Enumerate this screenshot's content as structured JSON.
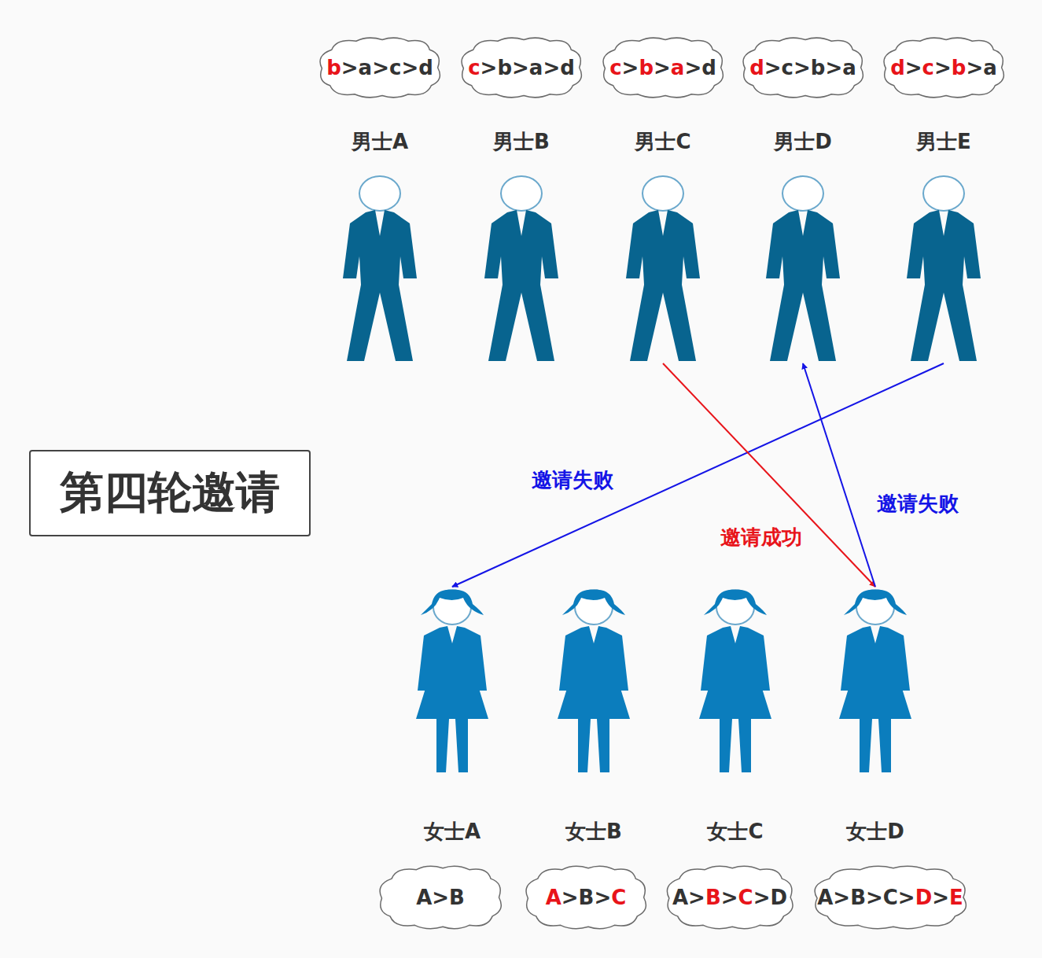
{
  "diagram": {
    "nodes": [
      {
        "text": [
          "b>a>c>d"
        ]
      },
      {
        "text": [
          "c>b>a>d"
        ]
      },
      {
        "text": [
          "c>b>a>d"
        ]
      },
      {
        "text": [
          "d>c>b>a"
        ]
      },
      {
        "text": [
          "d>c>b>a"
        ]
      },
      {
        "text": [
          "男士A"
        ]
      },
      {
        "text": [
          "男士B"
        ]
      },
      {
        "text": [
          "男士C"
        ]
      },
      {
        "text": [
          "男士D"
        ]
      },
      {
        "text": [
          "男士E"
        ]
      },
      {
        "text": [
          "第四轮邀请"
        ]
      },
      {
        "text": [
          "女士A"
        ]
      },
      {
        "text": [
          "女士B"
        ]
      },
      {
        "text": [
          "女士C"
        ]
      },
      {
        "text": [
          "女士D"
        ]
      },
      {
        "text": [
          "A>B"
        ]
      },
      {
        "text": [
          "A>B>C"
        ]
      },
      {
        "text": [
          "A>B>C>D"
        ]
      },
      {
        "text": [
          "A>B>C>D>E"
        ]
      }
    ],
    "edges": [
      {
        "from": 9,
        "to": 11,
        "arrow": "to",
        "label": "邀请失败"
      },
      {
        "from": 7,
        "to": 14,
        "arrow": "to",
        "label": "邀请成功"
      },
      {
        "from": 14,
        "to": 8,
        "arrow": "to",
        "label": "邀请失败"
      }
    ]
  }
}
